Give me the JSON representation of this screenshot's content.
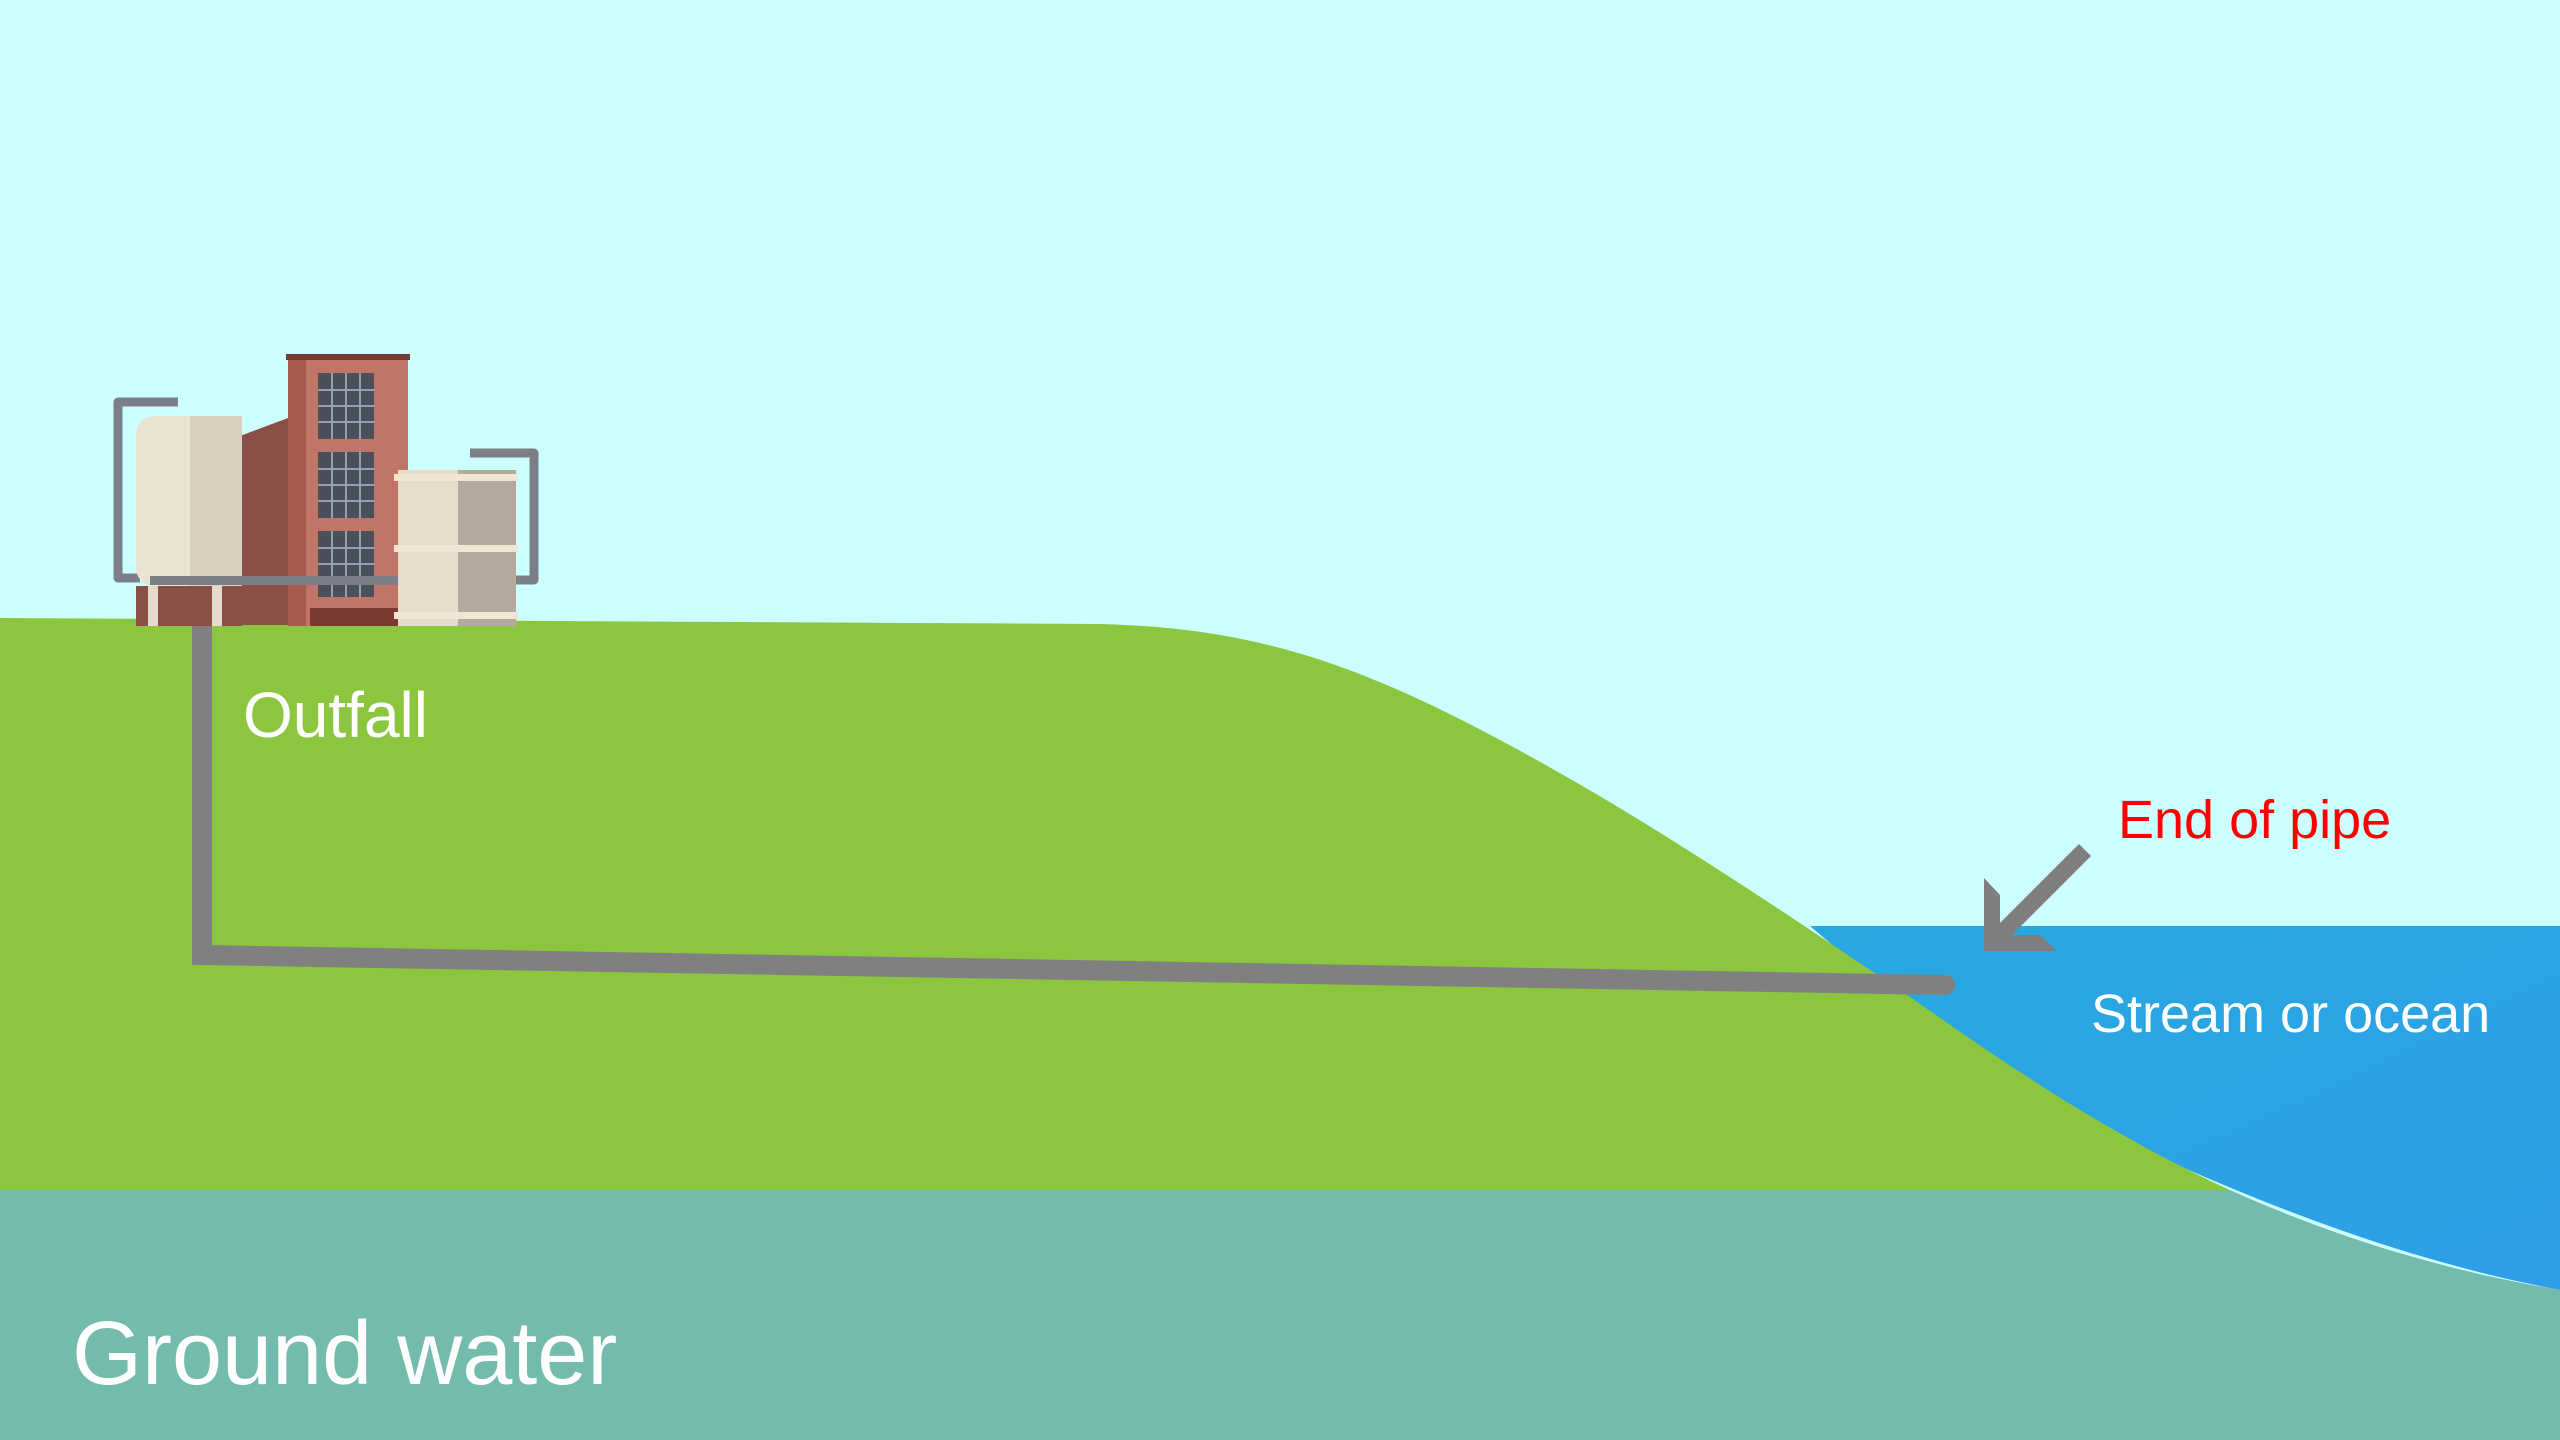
{
  "labels": {
    "outfall": "Outfall",
    "end_of_pipe": "End of pipe",
    "stream_or_ocean": "Stream or ocean",
    "ground_water": "Ground water"
  },
  "colors": {
    "sky": "#ccffff",
    "land": "#8cc63f",
    "water": "#29a8e0",
    "ground_water": "#73bbad",
    "pipe": "#808080",
    "end_of_pipe_text": "#ff0000",
    "label_text": "#ffffff"
  },
  "icons": {
    "factory": "factory-icon",
    "arrow": "arrow-down-left-icon"
  }
}
